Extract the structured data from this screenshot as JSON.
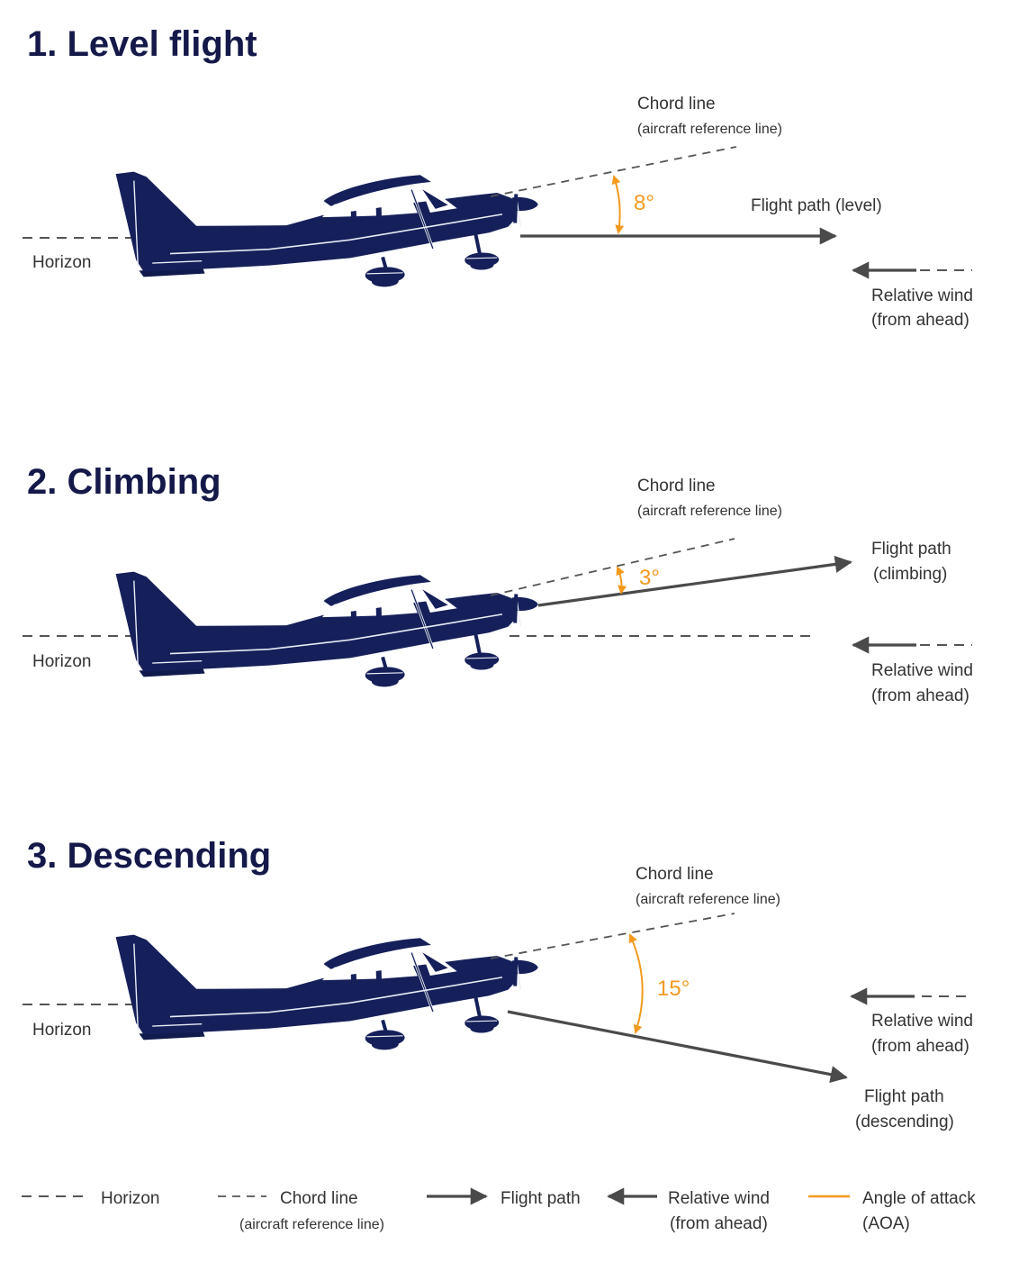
{
  "colors": {
    "aircraft": "#15205a",
    "angle_of_attack": "#f39a1e",
    "lines": "#4a4a4a",
    "title": "#15194a"
  },
  "panels": [
    {
      "title": "1. Level flight",
      "chord_label": [
        "Chord line",
        "(aircraft reference line)"
      ],
      "angle": "8°",
      "flight_path_label": [
        "Flight path (level)"
      ],
      "horizon_label": "Horizon",
      "wind_label": [
        "Relative wind",
        "(from ahead)"
      ]
    },
    {
      "title": "2. Climbing",
      "chord_label": [
        "Chord line",
        "(aircraft reference line)"
      ],
      "angle": "3°",
      "flight_path_label": [
        "Flight path",
        "(climbing)"
      ],
      "horizon_label": "Horizon",
      "wind_label": [
        "Relative wind",
        "(from ahead)"
      ]
    },
    {
      "title": "3. Descending",
      "chord_label": [
        "Chord line",
        "(aircraft reference line)"
      ],
      "angle": "15°",
      "flight_path_label": [
        "Flight path",
        "(descending)"
      ],
      "horizon_label": "Horizon",
      "wind_label": [
        "Relative wind",
        "(from ahead)"
      ]
    }
  ],
  "legend": {
    "horizon": "Horizon",
    "chord": [
      "Chord line",
      "(aircraft reference line)"
    ],
    "flight_path": "Flight path",
    "relative_wind": [
      "Relative wind",
      "(from ahead)"
    ],
    "aoa": [
      "Angle of attack",
      "(AOA)"
    ]
  }
}
